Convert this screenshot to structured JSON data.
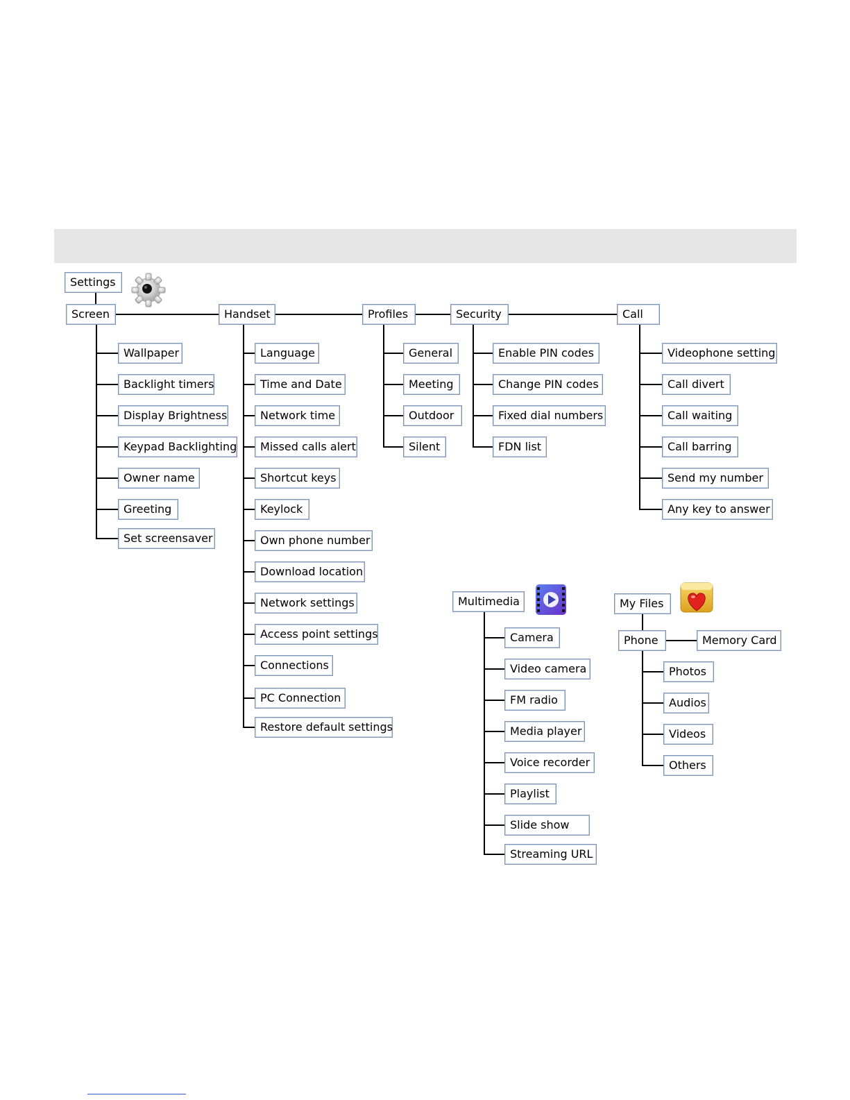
{
  "settings": {
    "title": "Settings",
    "icon": "gear-icon",
    "categories": [
      {
        "label": "Screen",
        "items": [
          "Wallpaper",
          "Backlight timers",
          "Display Brightness",
          "Keypad Backlighting",
          "Owner name",
          "Greeting",
          "Set screensaver"
        ]
      },
      {
        "label": "Handset",
        "items": [
          "Language",
          "Time and Date",
          "Network time",
          "Missed calls alert",
          "Shortcut keys",
          "Keylock",
          "Own phone number",
          "Download location",
          "Network settings",
          "Access point settings",
          "Connections",
          "PC Connection",
          "Restore default settings"
        ]
      },
      {
        "label": "Profiles",
        "items": [
          "General",
          "Meeting",
          "Outdoor",
          "Silent"
        ]
      },
      {
        "label": "Security",
        "items": [
          "Enable PIN codes",
          "Change PIN codes",
          "Fixed dial numbers",
          "FDN list"
        ]
      },
      {
        "label": "Call",
        "items": [
          "Videophone setting",
          "Call divert",
          "Call waiting",
          "Call barring",
          "Send my number",
          "Any key to answer"
        ]
      }
    ]
  },
  "multimedia": {
    "title": "Multimedia",
    "icon": "video-player-icon",
    "items": [
      "Camera",
      "Video camera",
      "FM radio",
      "Media player",
      "Voice recorder",
      "Playlist",
      "Slide show",
      "Streaming URL"
    ]
  },
  "my_files": {
    "title": "My Files",
    "icon": "heart-folder-icon",
    "phone": {
      "label": "Phone",
      "items": [
        "Photos",
        "Audios",
        "Videos",
        "Others"
      ]
    },
    "memory_card": "Memory Card"
  },
  "colors": {
    "box_border": "#7f95b3",
    "connector": "#000000",
    "header_bar": "#e6e6e6"
  }
}
